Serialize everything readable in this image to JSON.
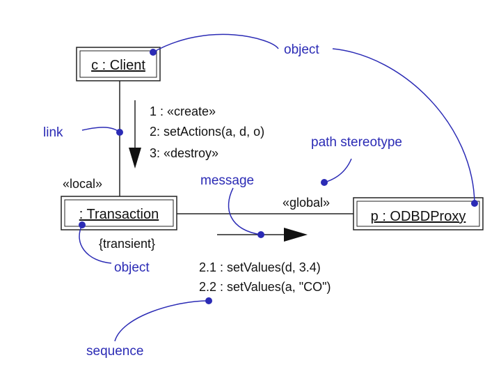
{
  "objects": {
    "client": "c : Client",
    "transaction": ": Transaction",
    "proxy": "p : ODBDProxy"
  },
  "stereotypes": {
    "local": "«local»",
    "global": "«global»",
    "transient": "{transient}"
  },
  "messages": {
    "m1": "1 : «create»",
    "m2": "2: setActions(a, d, o)",
    "m3": "3: «destroy»",
    "m21": "2.1 : setValues(d, 3.4)",
    "m22": "2.2 : setValues(a, \"CO\")"
  },
  "annotations": {
    "object_top": "object",
    "link": "link",
    "path_stereotype": "path stereotype",
    "message": "message",
    "object_bottom": "object",
    "sequence": "sequence"
  },
  "colors": {
    "annotation": "#2b2bb5",
    "ink": "#222222"
  }
}
